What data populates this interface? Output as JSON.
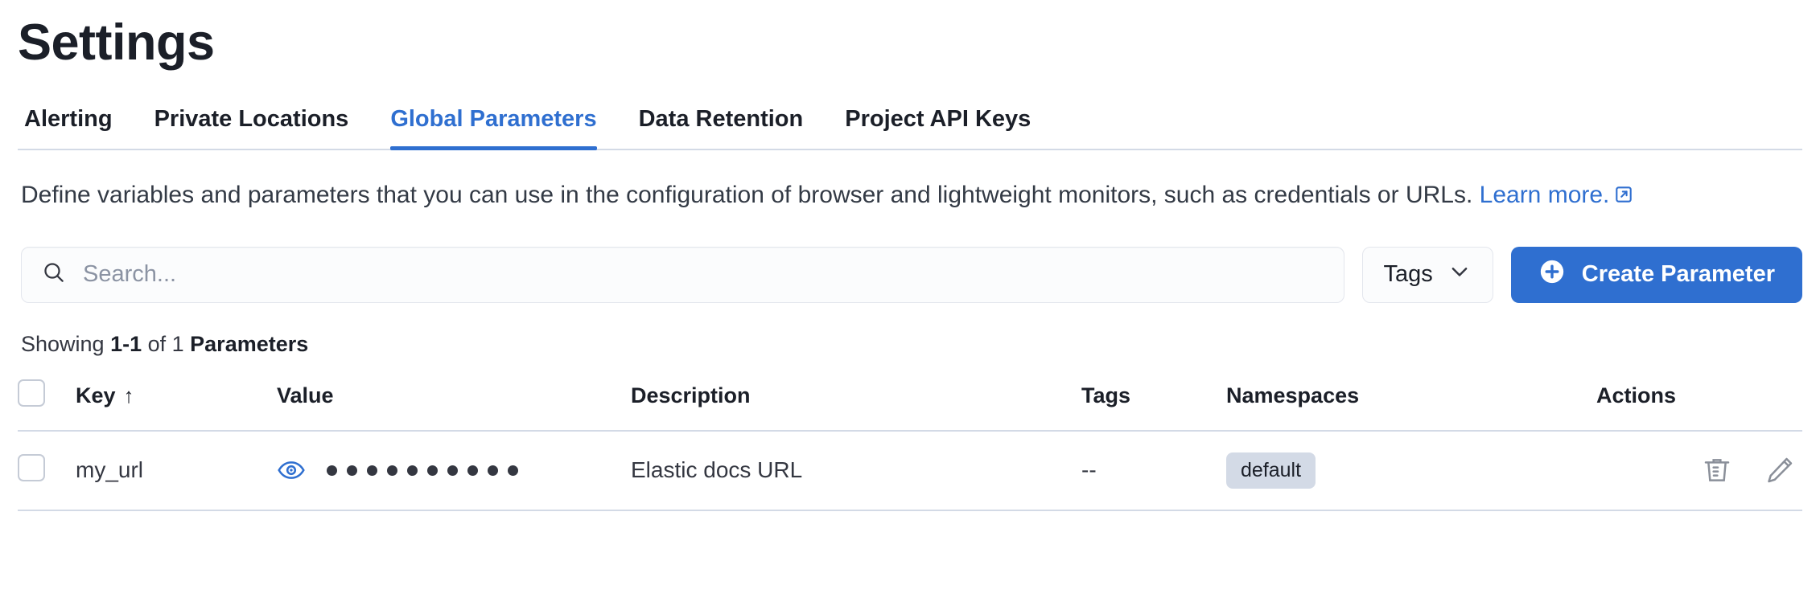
{
  "header": {
    "title": "Settings"
  },
  "tabs": [
    {
      "label": "Alerting",
      "active": false
    },
    {
      "label": "Private Locations",
      "active": false
    },
    {
      "label": "Global Parameters",
      "active": true
    },
    {
      "label": "Data Retention",
      "active": false
    },
    {
      "label": "Project API Keys",
      "active": false
    }
  ],
  "description": {
    "text": "Define variables and parameters that you can use in the configuration of browser and lightweight monitors, such as credentials or URLs. ",
    "link_label": "Learn more.",
    "link_icon": "external-link-icon"
  },
  "controls": {
    "search": {
      "placeholder": "Search...",
      "value": "",
      "icon": "search-icon"
    },
    "tags_filter": {
      "label": "Tags",
      "icon": "chevron-down-icon"
    },
    "create_button": {
      "label": "Create Parameter",
      "icon": "plus-circle-icon"
    }
  },
  "results": {
    "prefix": "Showing ",
    "range": "1-1",
    "middle": " of 1 ",
    "entity": "Parameters"
  },
  "table": {
    "columns": [
      {
        "key": "select",
        "label": ""
      },
      {
        "key": "key",
        "label": "Key",
        "sort": "↑"
      },
      {
        "key": "value",
        "label": "Value"
      },
      {
        "key": "description",
        "label": "Description"
      },
      {
        "key": "tags",
        "label": "Tags"
      },
      {
        "key": "namespaces",
        "label": "Namespaces"
      },
      {
        "key": "actions",
        "label": "Actions"
      }
    ],
    "rows": [
      {
        "key": "my_url",
        "value_masked_dots": 10,
        "value_toggle_icon": "eye-icon",
        "description": "Elastic docs URL",
        "tags": "--",
        "namespaces": [
          "default"
        ],
        "actions": [
          "trash-icon",
          "pencil-icon"
        ]
      }
    ]
  },
  "colors": {
    "accent": "#2f6fd0",
    "text": "#1b1f28",
    "muted": "#8b93a3",
    "border": "#d3dae6",
    "badge_bg": "#d3dae6",
    "icon_gray": "#8a8f99"
  }
}
